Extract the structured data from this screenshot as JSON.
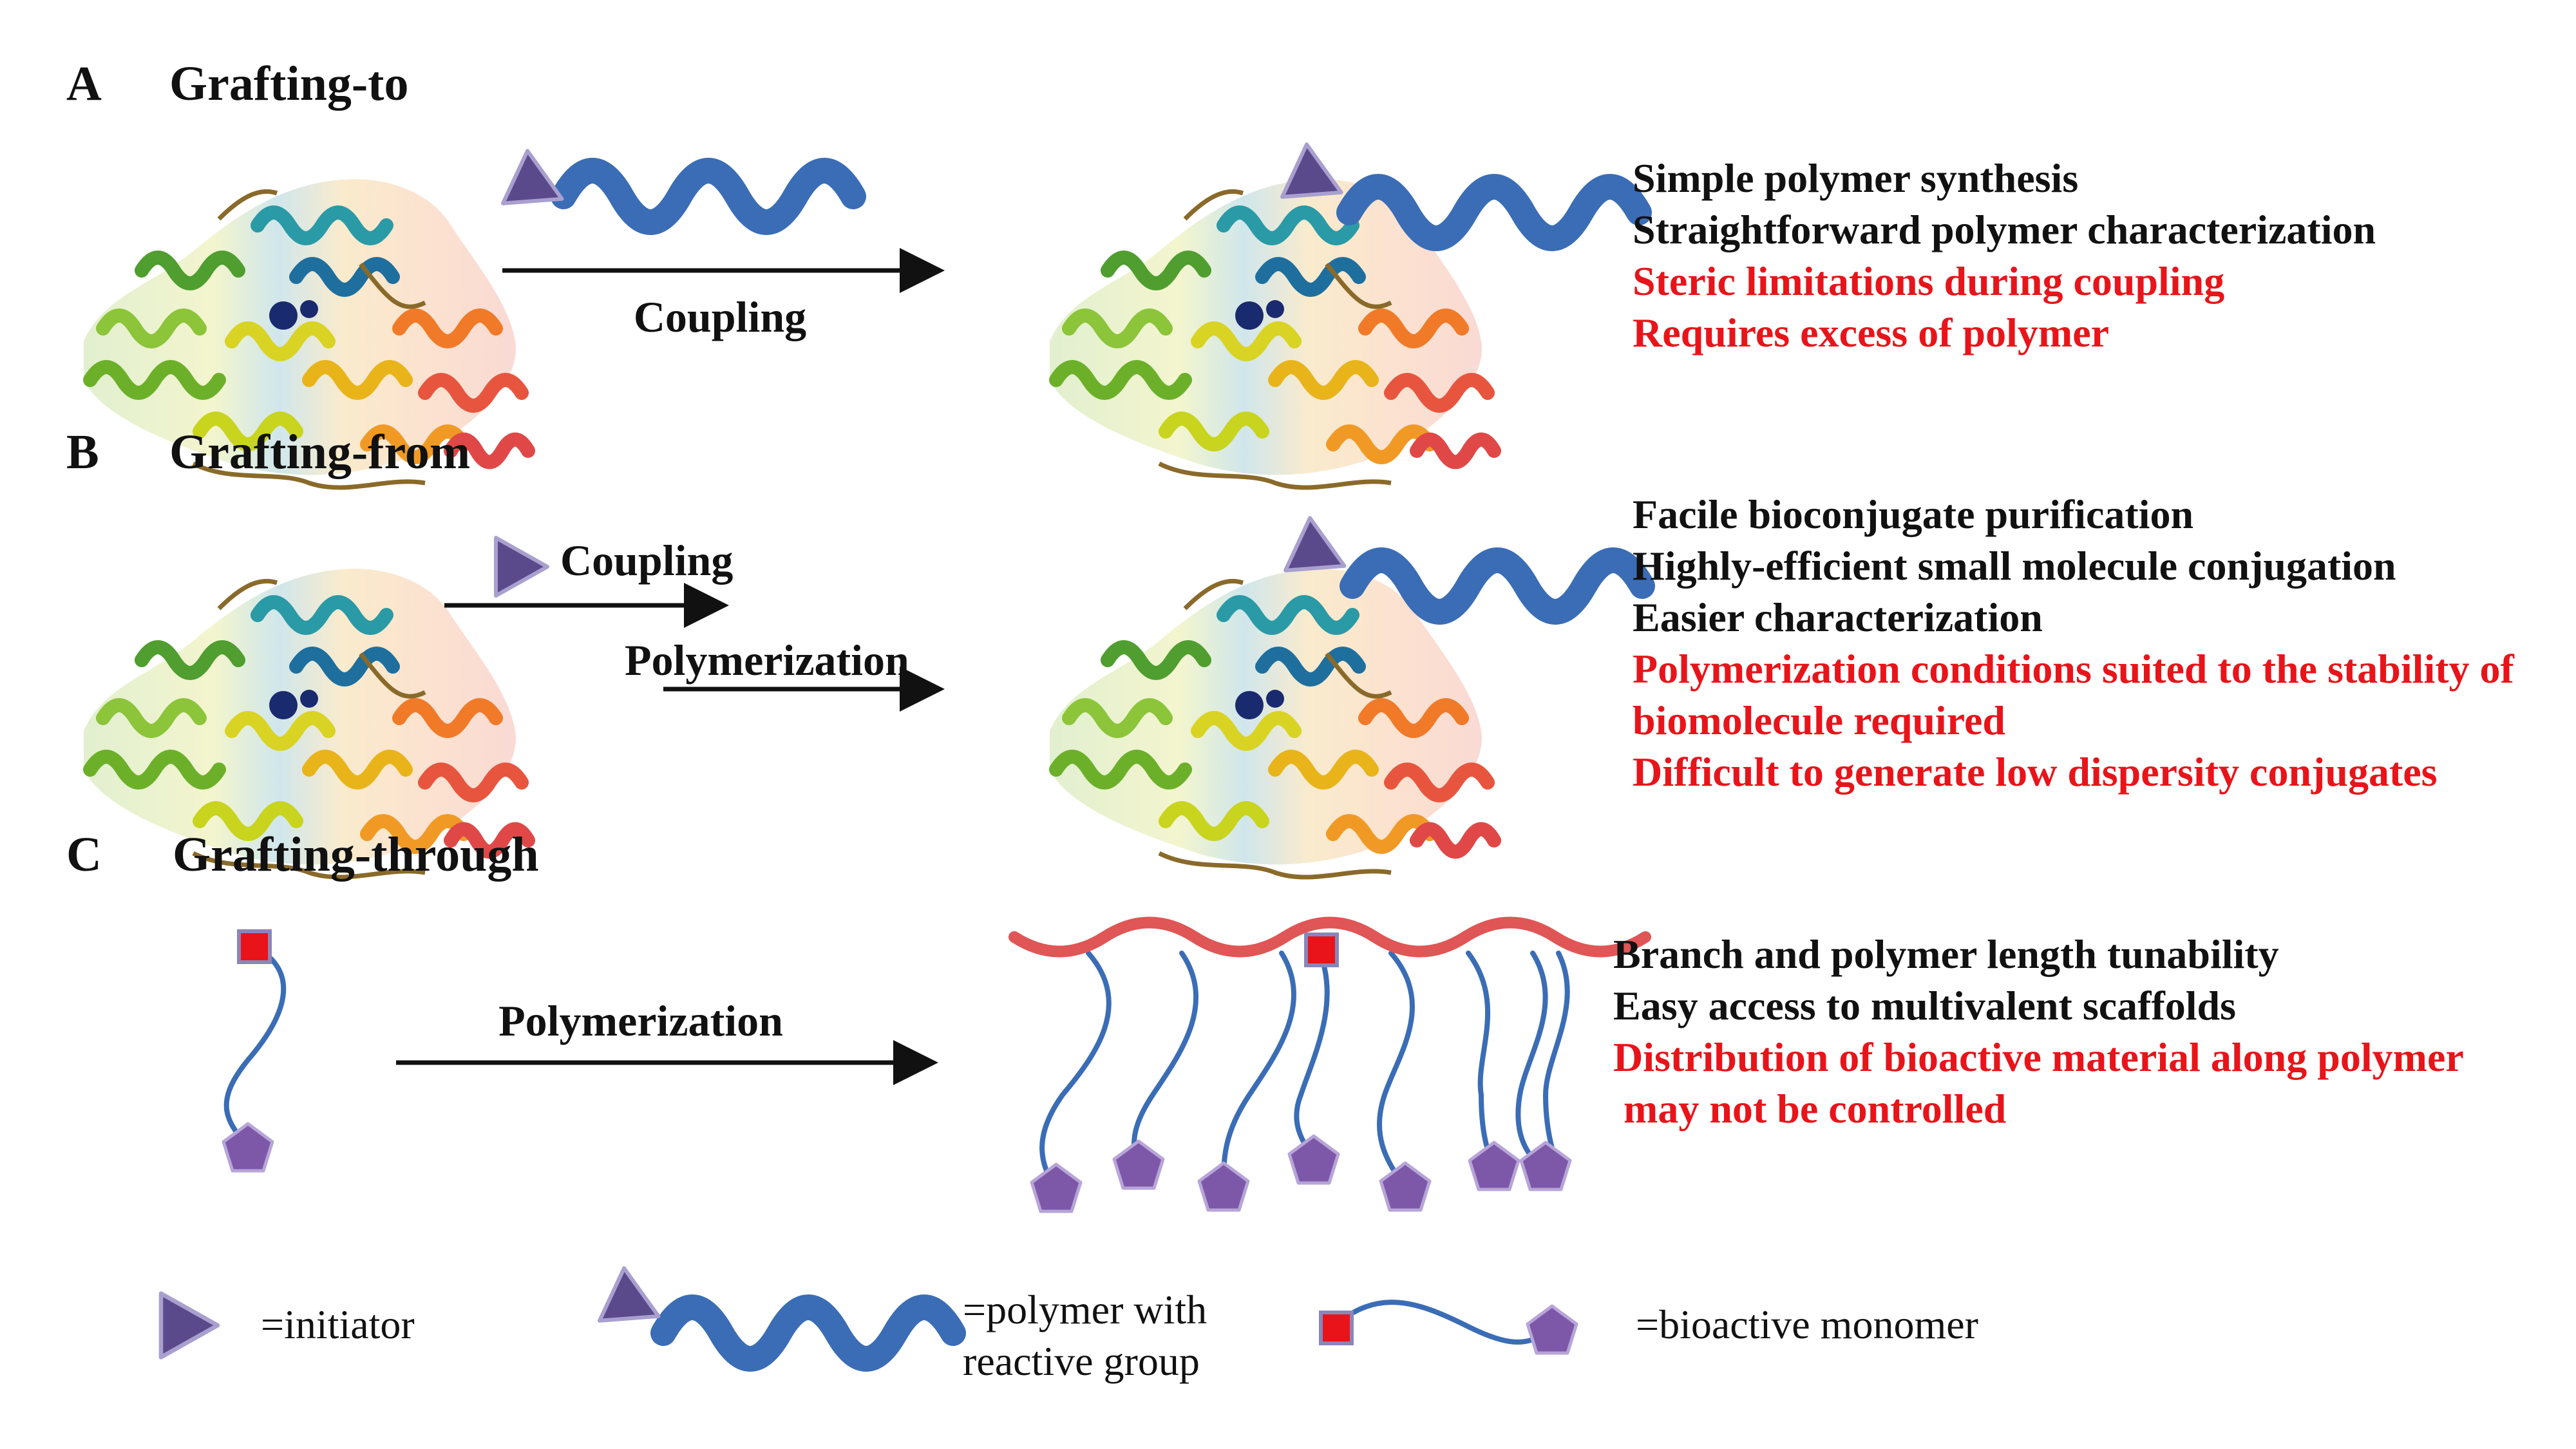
{
  "colors": {
    "advantage": "#111111",
    "limitation": "#e8141a",
    "polymer_blue": "#3a6db5",
    "backbone_red": "#e05555",
    "initiator_fill": "#5b4a8b",
    "monomer_fill": "#7d58a8",
    "reactive_group_red": "#e8141a"
  },
  "panels": [
    {
      "letter": "A",
      "title": "Grafting-to",
      "arrow_labels": [
        "Coupling"
      ],
      "advantages": [
        "Simple polymer synthesis",
        "Straightforward polymer characterization"
      ],
      "limitations": [
        "Steric limitations during coupling",
        "Requires excess of polymer"
      ]
    },
    {
      "letter": "B",
      "title": "Grafting-from",
      "arrow_labels": [
        "Coupling",
        "Polymerization"
      ],
      "advantages": [
        "Facile bioconjugate purification",
        "Highly-efficient small molecule conjugation",
        "Easier characterization"
      ],
      "limitations": [
        "Polymerization conditions suited to the stability of",
        "biomolecule required",
        "Difficult to generate low dispersity conjugates"
      ]
    },
    {
      "letter": "C",
      "title": "Grafting-through",
      "arrow_labels": [
        "Polymerization"
      ],
      "advantages": [
        "Branch and polymer length tunability",
        "Easy access to multivalent scaffolds"
      ],
      "limitations": [
        "Distribution of bioactive material along polymer",
        " may not be controlled"
      ]
    }
  ],
  "legend": {
    "initiator": "=initiator",
    "polymer_line1": "=polymer with",
    "polymer_line2": "reactive group",
    "monomer": "=bioactive monomer",
    "icons": [
      "initiator-triangle-icon",
      "polymer-coil-icon",
      "bioactive-monomer-icon"
    ]
  }
}
